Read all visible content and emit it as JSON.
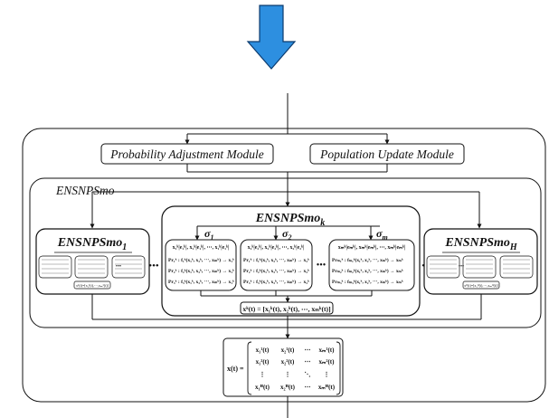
{
  "diagram": {
    "arrow_color": "#2d8fe0",
    "arrow_icon": "down-arrow-icon",
    "probability_adjustment_module": "Probability Adjustment Module",
    "population_update_module": "Population Update Module",
    "ensnpsmo_group_label": "ENSNPSmo",
    "center_module": {
      "title": "ENSNPSmo",
      "title_subscript": "k",
      "sigma_labels": [
        {
          "sym": "σ",
          "sub": "1"
        },
        {
          "sym": "σ",
          "sub": "2"
        },
        {
          "sym": "σ",
          "sub": "m"
        }
      ],
      "neurons": [
        {
          "header": "x₁ᵏ|e₁ᵏ|, x₁ᵏ|e₁ᵏ|, ⋯, x₁ᵏ|e₁ᵏ|",
          "rules": [
            "Pr₁ᵏ : f₁ᵏ(x₁ᵏ, x₂ᵏ, ⋯, xₘᵏ) → x₁ᵏ",
            "Pr₂ᵏ : f₂ᵏ(x₁ᵏ, x₂ᵏ, ⋯, xₘᵏ) → x₁ᵏ",
            "Pr₃ᵏ : f₃ᵏ(x₁ᵏ, x₂ᵏ, ⋯, xₘᵏ) → x₁ᵏ"
          ]
        },
        {
          "header": "x₂ᵏ|e₂ᵏ|, x₂ᵏ|e₂ᵏ|, ⋯, x₂ᵏ|e₂ᵏ|",
          "rules": [
            "Pr₁ᵏ : f₁ᵏ(x₁ᵏ, x₂ᵏ, ⋯, xₘᵏ) → x₂ᵏ",
            "Pr₂ᵏ : f₂ᵏ(x₁ᵏ, x₂ᵏ, ⋯, xₘᵏ) → x₂ᵏ",
            "Pr₃ᵏ : f₃ᵏ(x₁ᵏ, x₂ᵏ, ⋯, xₘᵏ) → x₂ᵏ"
          ]
        },
        {
          "header": "xₘᵏ|eₘᵏ|, xₘᵏ|eₘᵏ|, ⋯, xₘᵏ|eₘᵏ|",
          "rules": [
            "Prₘ₁ᵏ : fₘ₁ᵏ(x₁ᵏ, x₂ᵏ, ⋯, xₘᵏ) → xₘᵏ",
            "Prₘ₂ᵏ : fₘ₂ᵏ(x₁ᵏ, x₂ᵏ, ⋯, xₘᵏ) → xₘᵏ",
            "Prₘ₃ᵏ : fₘ₃ᵏ(x₁ᵏ, x₂ᵏ, ⋯, xₘᵏ) → xₘᵏ"
          ]
        }
      ],
      "output": "xᵏ(t) = [x₁ᵏ(t), x₂ᵏ(t), ⋯, xₘᵏ(t)]"
    },
    "left_module": {
      "title": "ENSNPSmo",
      "title_subscript": "1",
      "output": "x¹(t)=[x₁¹(t),⋯,xₘ¹(t)]"
    },
    "right_module": {
      "title": "ENSNPSmo",
      "title_subscript": "H",
      "output": "xᴴ(t)=[x₁ᴴ(t),⋯,xₘᴴ(t)]"
    },
    "ellipsis": "•••",
    "matrix": {
      "lhs": "x(t) =",
      "rows": [
        [
          "x₁¹(t)",
          "x₂¹(t)",
          "⋯",
          "xₘ¹(t)"
        ],
        [
          "x₁²(t)",
          "x₂²(t)",
          "⋯",
          "xₘ²(t)"
        ],
        [
          "⋮",
          "⋮",
          "⋱",
          "⋮"
        ],
        [
          "x₁ᴴ(t)",
          "x₂ᴴ(t)",
          "⋯",
          "xₘᴴ(t)"
        ]
      ]
    }
  }
}
